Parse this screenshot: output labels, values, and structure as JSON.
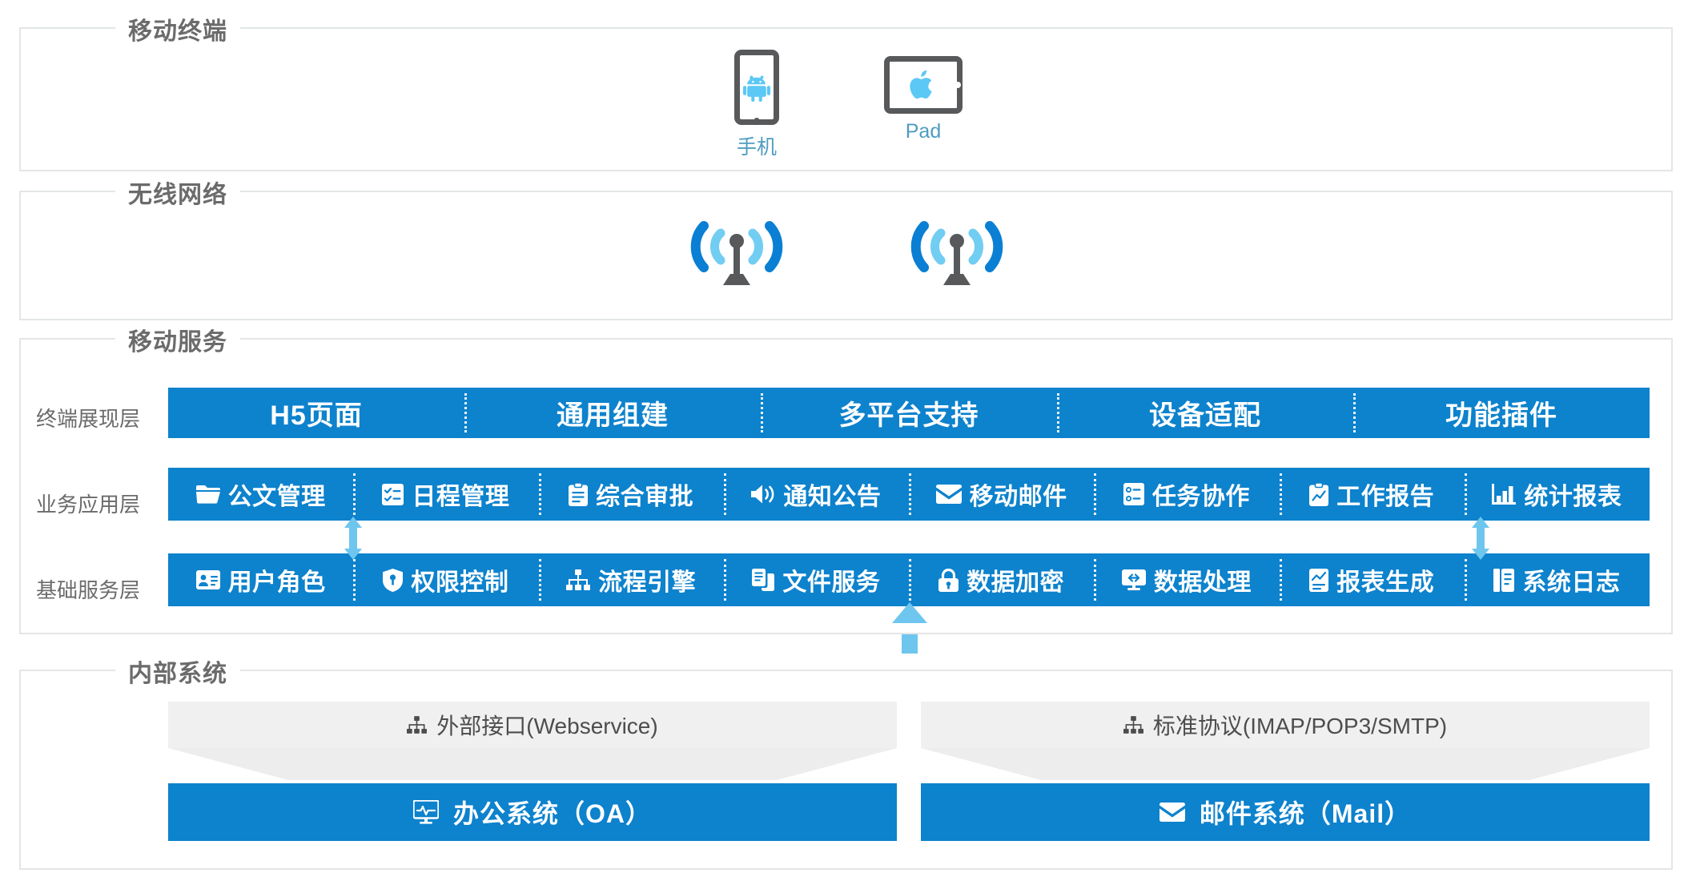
{
  "theme": {
    "accent_blue": "#0d82cd",
    "light_blue": "#6ec6ef",
    "icon_blue": "#5bc8f5",
    "device_gray": "#58595b",
    "panel_border": "#e3e6e8",
    "proto_gray": "#f0f0f0",
    "label_gray": "#6b6b6b"
  },
  "panels": [
    {
      "legend": "移动终端"
    },
    {
      "legend": "无线网络"
    },
    {
      "legend": "移动服务"
    },
    {
      "legend": "内部系统"
    }
  ],
  "mobile_terminal": {
    "legend": "移动终端",
    "devices": [
      {
        "label": "手机",
        "icon": "android-phone-icon"
      },
      {
        "label": "Pad",
        "icon": "apple-tablet-icon"
      }
    ]
  },
  "wireless_network": {
    "legend": "无线网络",
    "antennas": [
      {
        "icon": "antenna-tower-icon"
      },
      {
        "icon": "antenna-tower-icon"
      }
    ]
  },
  "mobile_service": {
    "legend": "移动服务",
    "rows": [
      {
        "label": "终端展现层",
        "items": [
          {
            "text": "H5页面",
            "icon": null
          },
          {
            "text": "通用组建",
            "icon": null
          },
          {
            "text": "多平台支持",
            "icon": null
          },
          {
            "text": "设备适配",
            "icon": null
          },
          {
            "text": "功能插件",
            "icon": null
          }
        ]
      },
      {
        "label": "业务应用层",
        "items": [
          {
            "text": "公文管理",
            "icon": "folder-icon"
          },
          {
            "text": "日程管理",
            "icon": "checklist-icon"
          },
          {
            "text": "综合审批",
            "icon": "clipboard-icon"
          },
          {
            "text": "通知公告",
            "icon": "megaphone-icon"
          },
          {
            "text": "移动邮件",
            "icon": "envelope-icon"
          },
          {
            "text": "任务协作",
            "icon": "tasklist-icon"
          },
          {
            "text": "工作报告",
            "icon": "report-chart-icon"
          },
          {
            "text": "统计报表",
            "icon": "bar-chart-icon"
          }
        ]
      },
      {
        "label": "基础服务层",
        "items": [
          {
            "text": "用户角色",
            "icon": "id-badge-icon"
          },
          {
            "text": "权限控制",
            "icon": "shield-key-icon"
          },
          {
            "text": "流程引擎",
            "icon": "sitemap-icon"
          },
          {
            "text": "文件服务",
            "icon": "file-copy-icon"
          },
          {
            "text": "数据加密",
            "icon": "lock-icon"
          },
          {
            "text": "数据处理",
            "icon": "data-process-icon"
          },
          {
            "text": "报表生成",
            "icon": "report-doc-icon"
          },
          {
            "text": "系统日志",
            "icon": "log-book-icon"
          }
        ]
      }
    ]
  },
  "internal_systems": {
    "legend": "内部系统",
    "groups": [
      {
        "protocol": {
          "text": "外部接口(Webservice)",
          "icon": "sitemap-icon"
        },
        "system": {
          "text": "办公系统（OA）",
          "icon": "monitor-pulse-icon"
        }
      },
      {
        "protocol": {
          "text": "标准协议(IMAP/POP3/SMTP)",
          "icon": "sitemap-icon"
        },
        "system": {
          "text": "邮件系统（Mail）",
          "icon": "envelope-icon"
        }
      }
    ]
  },
  "connectors": [
    {
      "name": "app-to-base-left",
      "type": "double-arrow-vertical"
    },
    {
      "name": "app-to-base-right",
      "type": "double-arrow-vertical"
    },
    {
      "name": "service-to-internal",
      "type": "dashed-double-arrow-vertical"
    }
  ]
}
